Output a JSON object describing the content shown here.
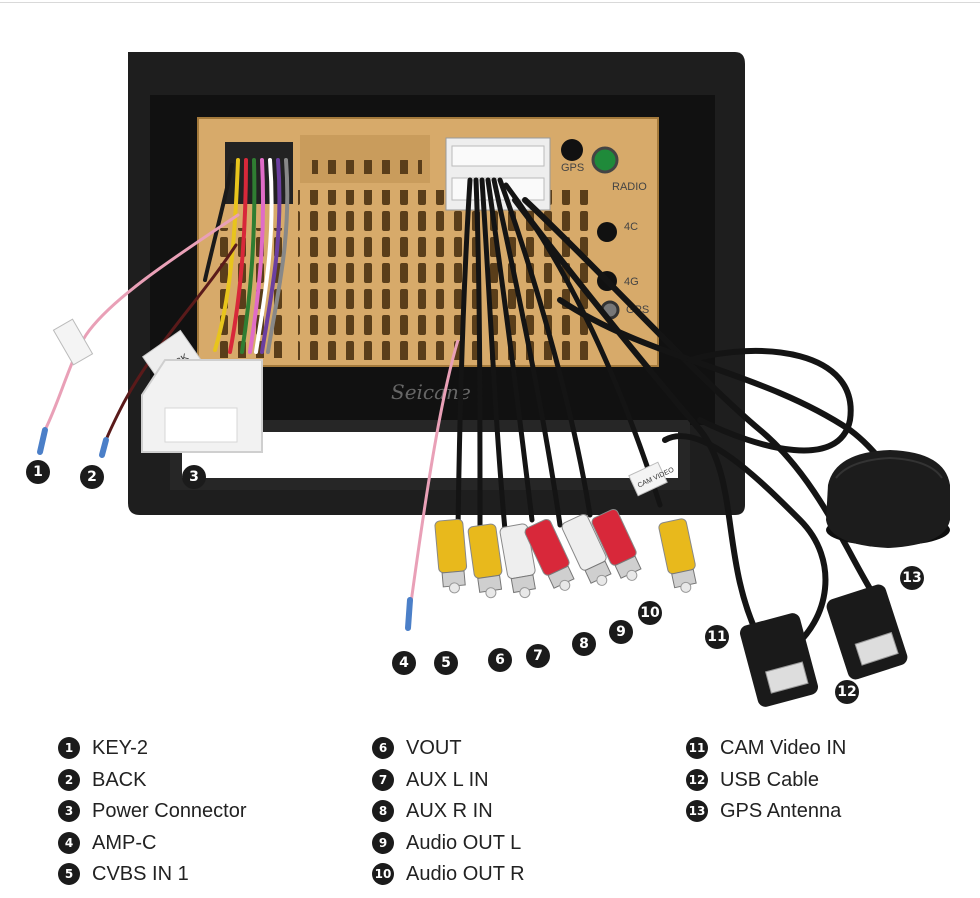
{
  "watermark": "Seicane",
  "unit_silkscreen": {
    "gps_small": "GPS",
    "radio": "RADIO",
    "port_4c": "4C",
    "port_4g": "4G",
    "gps_port": "GPS"
  },
  "cable_tags": {
    "back": "BACK",
    "cam_video": "CAM VIDEO"
  },
  "callouts": [
    "1",
    "2",
    "3",
    "4",
    "5",
    "6",
    "7",
    "8",
    "9",
    "10",
    "11",
    "12",
    "13"
  ],
  "legend": {
    "columns": [
      [
        {
          "num": "1",
          "label": "KEY-2"
        },
        {
          "num": "2",
          "label": "BACK"
        },
        {
          "num": "3",
          "label": "Power Connector"
        },
        {
          "num": "4",
          "label": "AMP-C"
        },
        {
          "num": "5",
          "label": "CVBS IN 1"
        }
      ],
      [
        {
          "num": "6",
          "label": "VOUT"
        },
        {
          "num": "7",
          "label": "AUX L IN"
        },
        {
          "num": "8",
          "label": "AUX R IN"
        },
        {
          "num": "9",
          "label": "Audio OUT L"
        },
        {
          "num": "10",
          "label": "Audio OUT R"
        }
      ],
      [
        {
          "num": "11",
          "label": "CAM Video IN"
        },
        {
          "num": "12",
          "label": "USB Cable"
        },
        {
          "num": "13",
          "label": "GPS Antenna"
        }
      ]
    ]
  },
  "colors": {
    "frame": "#1e1e1e",
    "housing": "#d7aa6a",
    "cable": "#141414",
    "rca_yellow": "#e8b91c",
    "rca_white": "#eeeeee",
    "rca_red": "#d8283a"
  }
}
